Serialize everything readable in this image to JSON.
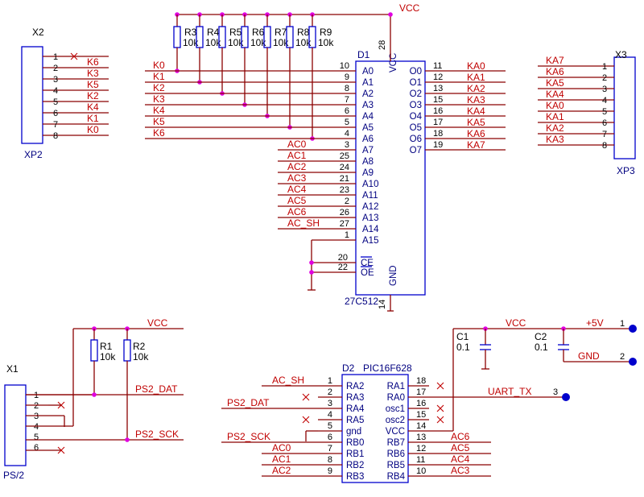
{
  "title_nets": {
    "vcc_top": "VCC",
    "vcc_ps2": "VCC",
    "vcc_pic": "VCC",
    "plus5v": "+5V",
    "gnd": "GND",
    "uart": "UART_TX",
    "ps2_dat": "PS2_DAT",
    "ps2_sck": "PS2_SCK"
  },
  "resistors_top": [
    {
      "ref": "R3",
      "val": "10k"
    },
    {
      "ref": "R4",
      "val": "10k"
    },
    {
      "ref": "R5",
      "val": "10k"
    },
    {
      "ref": "R6",
      "val": "10k"
    },
    {
      "ref": "R7",
      "val": "10k"
    },
    {
      "ref": "R8",
      "val": "10k"
    },
    {
      "ref": "R9",
      "val": "10k"
    }
  ],
  "resistors_ps2": [
    {
      "ref": "R1",
      "val": "10k"
    },
    {
      "ref": "R2",
      "val": "10k"
    }
  ],
  "caps": [
    {
      "ref": "C1",
      "val": "0.1"
    },
    {
      "ref": "C2",
      "val": "0.1"
    }
  ],
  "x2": {
    "ref": "X2",
    "name": "XP2",
    "pins": [
      "1",
      "2",
      "3",
      "4",
      "5",
      "6",
      "7",
      "8"
    ],
    "nets": [
      "",
      "K6",
      "K3",
      "K5",
      "K2",
      "K4",
      "K1",
      "K0"
    ]
  },
  "x3": {
    "ref": "X3",
    "name": "XP3",
    "pins": [
      "1",
      "2",
      "3",
      "4",
      "5",
      "6",
      "7",
      "8"
    ],
    "nets": [
      "KA7",
      "KA6",
      "KA5",
      "KA4",
      "KA0",
      "KA1",
      "KA2",
      "KA3"
    ]
  },
  "x1": {
    "ref": "X1",
    "name": "PS/2",
    "pins": [
      "1",
      "2",
      "3",
      "4",
      "5",
      "6"
    ]
  },
  "d1": {
    "ref": "D1",
    "part": "27C512",
    "vcc_pin": "28",
    "gnd_pin": "14",
    "vcc_label": "VCC",
    "gnd_label": "GND",
    "left": [
      {
        "pin": "10",
        "name": "A0",
        "net": "K0"
      },
      {
        "pin": "9",
        "name": "A1",
        "net": "K1"
      },
      {
        "pin": "8",
        "name": "A2",
        "net": "K2"
      },
      {
        "pin": "7",
        "name": "A3",
        "net": "K3"
      },
      {
        "pin": "6",
        "name": "A4",
        "net": "K4"
      },
      {
        "pin": "5",
        "name": "A5",
        "net": "K5"
      },
      {
        "pin": "4",
        "name": "A6",
        "net": "K6"
      },
      {
        "pin": "3",
        "name": "A7",
        "net": "AC0"
      },
      {
        "pin": "25",
        "name": "A8",
        "net": "AC1"
      },
      {
        "pin": "24",
        "name": "A9",
        "net": "AC2"
      },
      {
        "pin": "21",
        "name": "A10",
        "net": "AC3"
      },
      {
        "pin": "23",
        "name": "A11",
        "net": "AC4"
      },
      {
        "pin": "2",
        "name": "A12",
        "net": "AC5"
      },
      {
        "pin": "26",
        "name": "A13",
        "net": "AC6"
      },
      {
        "pin": "27",
        "name": "A14",
        "net": "AC_SH"
      },
      {
        "pin": "1",
        "name": "A15",
        "net": ""
      }
    ],
    "ctrl": [
      {
        "pin": "20",
        "name": "CE"
      },
      {
        "pin": "22",
        "name": "OE"
      }
    ],
    "right": [
      {
        "pin": "11",
        "name": "O0",
        "net": "KA0"
      },
      {
        "pin": "12",
        "name": "O1",
        "net": "KA1"
      },
      {
        "pin": "13",
        "name": "O2",
        "net": "KA2"
      },
      {
        "pin": "15",
        "name": "O3",
        "net": "KA3"
      },
      {
        "pin": "16",
        "name": "O4",
        "net": "KA4"
      },
      {
        "pin": "17",
        "name": "O5",
        "net": "KA5"
      },
      {
        "pin": "18",
        "name": "O6",
        "net": "KA6"
      },
      {
        "pin": "19",
        "name": "O7",
        "net": "KA7"
      }
    ]
  },
  "d2": {
    "ref": "D2",
    "part": "PIC16F628",
    "left": [
      {
        "pin": "1",
        "name": "RA2",
        "net": "AC_SH"
      },
      {
        "pin": "2",
        "name": "RA3",
        "net": ""
      },
      {
        "pin": "3",
        "name": "RA4",
        "net": "PS2_DAT"
      },
      {
        "pin": "4",
        "name": "RA5",
        "net": ""
      },
      {
        "pin": "5",
        "name": "gnd",
        "net": ""
      },
      {
        "pin": "6",
        "name": "RB0",
        "net": "PS2_SCK"
      },
      {
        "pin": "7",
        "name": "RB1",
        "net": "AC0"
      },
      {
        "pin": "8",
        "name": "RB2",
        "net": "AC1"
      },
      {
        "pin": "9",
        "name": "RB3",
        "net": "AC2"
      }
    ],
    "right": [
      {
        "pin": "18",
        "name": "RA1",
        "net": ""
      },
      {
        "pin": "17",
        "name": "RA0",
        "net": ""
      },
      {
        "pin": "16",
        "name": "osc1",
        "net": ""
      },
      {
        "pin": "15",
        "name": "osc2",
        "net": ""
      },
      {
        "pin": "14",
        "name": "VCC",
        "net": ""
      },
      {
        "pin": "13",
        "name": "RB7",
        "net": "AC6"
      },
      {
        "pin": "12",
        "name": "RB6",
        "net": "AC5"
      },
      {
        "pin": "11",
        "name": "RB5",
        "net": "AC4"
      },
      {
        "pin": "10",
        "name": "RB4",
        "net": "AC3"
      }
    ]
  },
  "ports": [
    {
      "pin": "1"
    },
    {
      "pin": "2"
    },
    {
      "pin": "3"
    }
  ]
}
